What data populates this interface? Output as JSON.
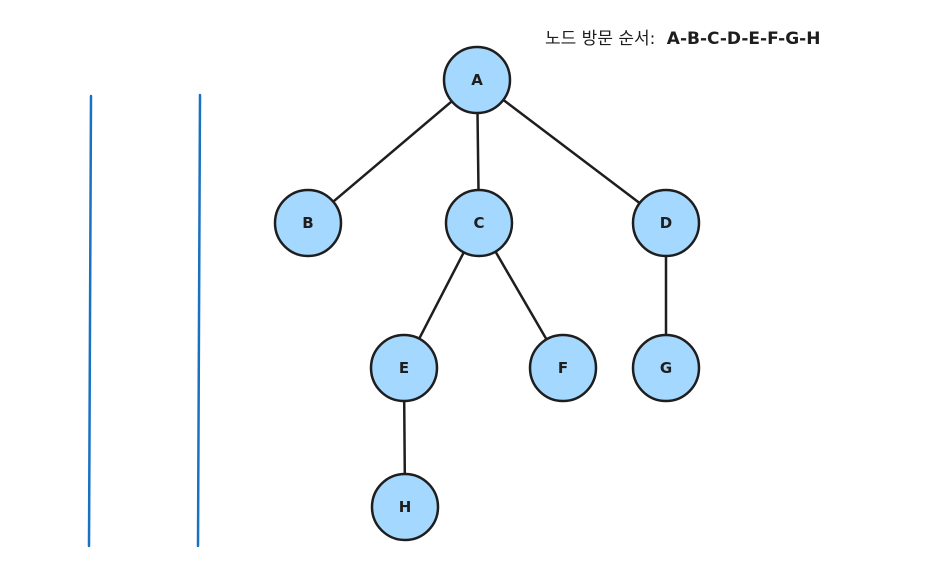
{
  "visit_order": {
    "label": "노드 방문 순서:",
    "value": "A-B-C-D-E-F-G-H"
  },
  "tree": {
    "nodes": [
      {
        "id": "A",
        "label": "A"
      },
      {
        "id": "B",
        "label": "B"
      },
      {
        "id": "C",
        "label": "C"
      },
      {
        "id": "D",
        "label": "D"
      },
      {
        "id": "E",
        "label": "E"
      },
      {
        "id": "F",
        "label": "F"
      },
      {
        "id": "G",
        "label": "G"
      },
      {
        "id": "H",
        "label": "H"
      }
    ],
    "edges": [
      [
        "A",
        "B"
      ],
      [
        "A",
        "C"
      ],
      [
        "A",
        "D"
      ],
      [
        "C",
        "E"
      ],
      [
        "C",
        "F"
      ],
      [
        "D",
        "G"
      ],
      [
        "E",
        "H"
      ]
    ]
  },
  "colors": {
    "node_fill": "#a5d8ff",
    "stroke": "#1e1e1e",
    "queue_wall": "#1971c2"
  }
}
